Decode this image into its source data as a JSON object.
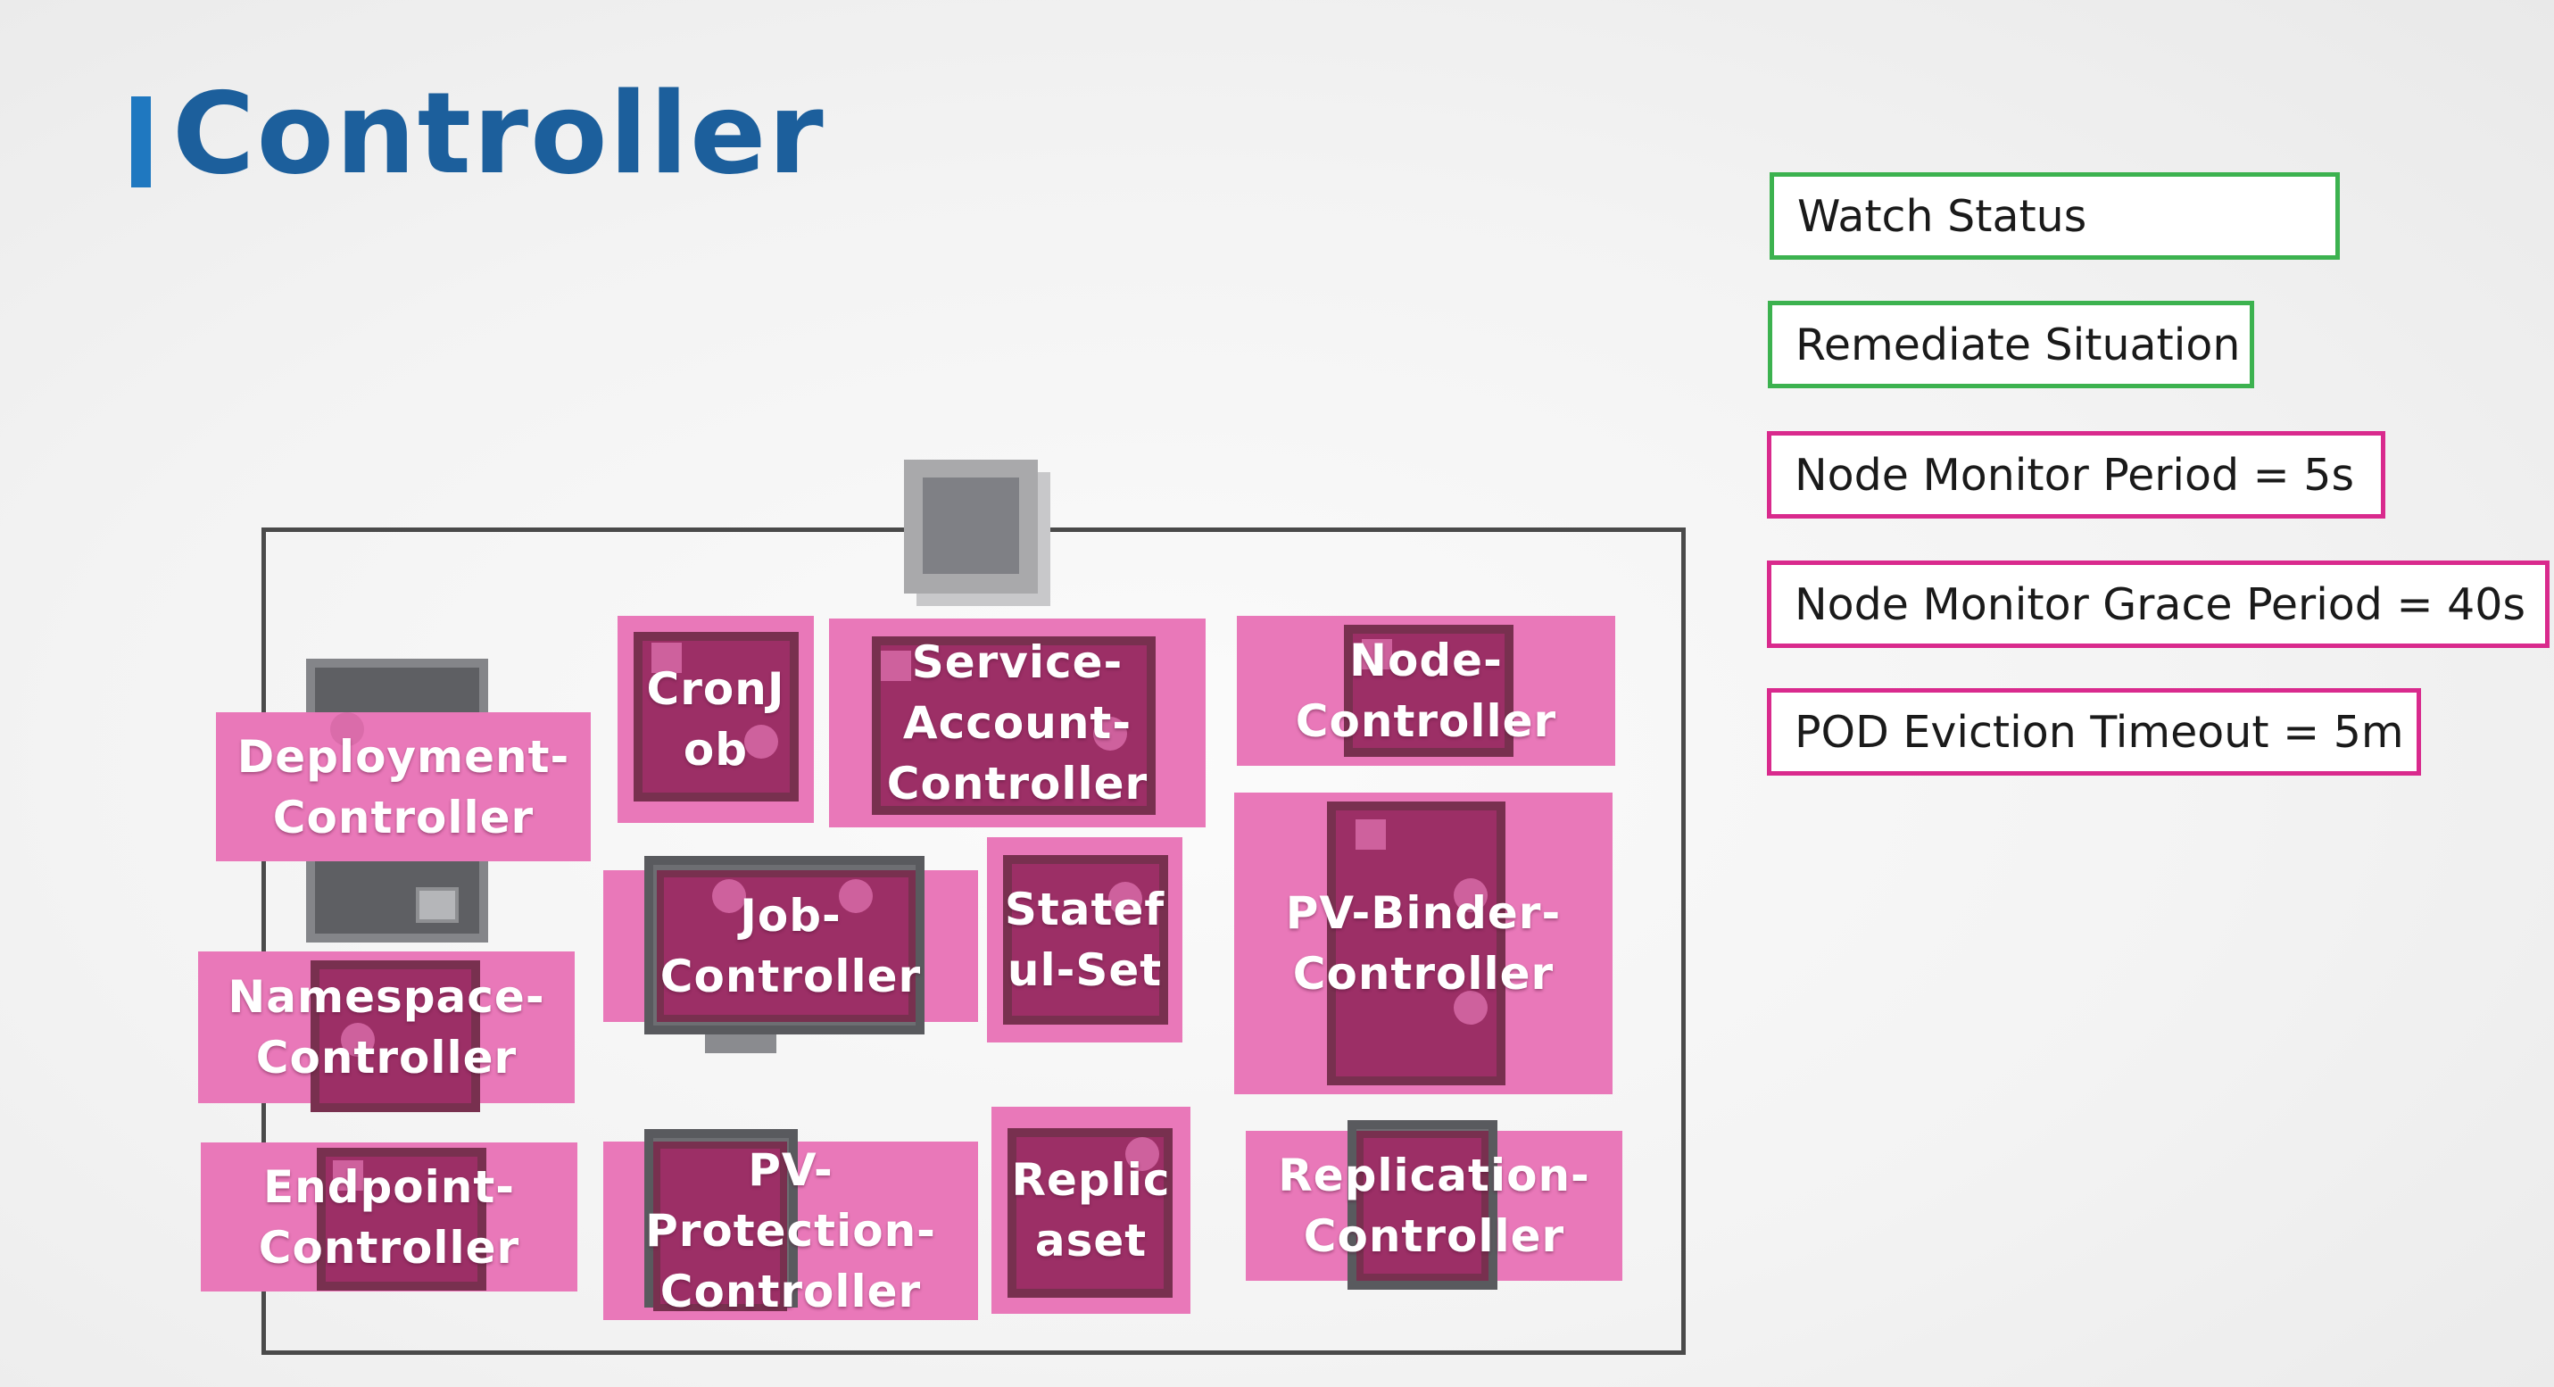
{
  "title": "Controller",
  "colors": {
    "accent_bar": "#1f78c0",
    "title": "#1c5f9c",
    "controller_fill": "#e978b9",
    "green_border": "#3cb24f",
    "pink_border": "#d92a8d"
  },
  "controllers": {
    "deployment": "Deployment-\nController",
    "cronjob": "CronJ\nob",
    "service_account": "Service-\nAccount-\nController",
    "node": "Node-\nController",
    "job": "Job-\nController",
    "statefulset": "Statef\nul-Set",
    "pv_binder": "PV-Binder-\nController",
    "namespace": "Namespace-\nController",
    "endpoint": "Endpoint-\nController",
    "pv_protection": "PV-\nProtection-\nController",
    "replicaset": "Replic\naset",
    "replication": "Replication-\nController"
  },
  "panel": {
    "watch_status": "Watch Status",
    "remediate": "Remediate Situation",
    "node_monitor_period": "Node Monitor Period = 5s",
    "node_monitor_grace": "Node Monitor Grace Period = 40s",
    "pod_eviction": "POD Eviction Timeout = 5m"
  }
}
